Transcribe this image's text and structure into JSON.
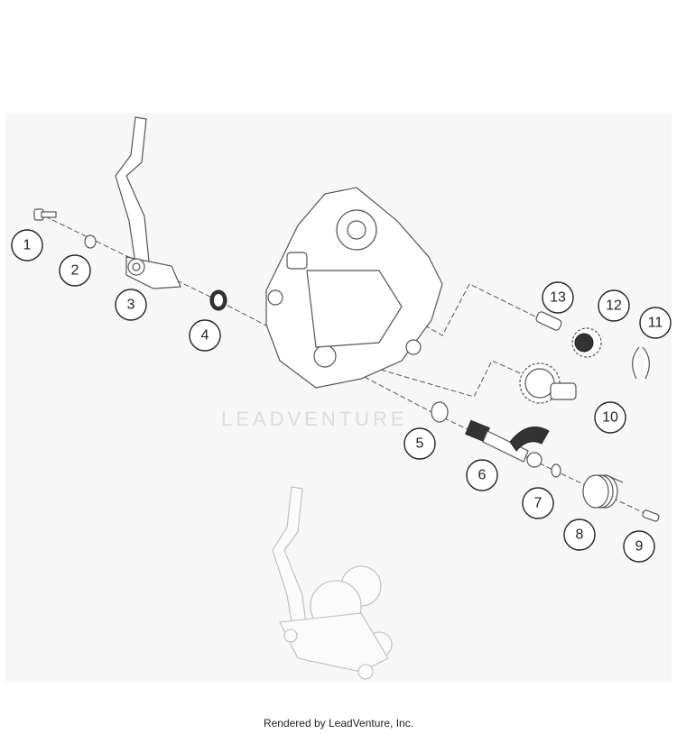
{
  "watermark": "LEADVENTURE",
  "footer": "Rendered by LeadVenture, Inc.",
  "callouts": [
    "1",
    "2",
    "3",
    "4",
    "5",
    "6",
    "7",
    "8",
    "9",
    "10",
    "11",
    "12",
    "13"
  ],
  "icons": [
    "kickstart-lever",
    "engine-case-cover",
    "gear-12",
    "gear-10",
    "kickstart-shaft",
    "torsion-spring",
    "clip-11"
  ]
}
